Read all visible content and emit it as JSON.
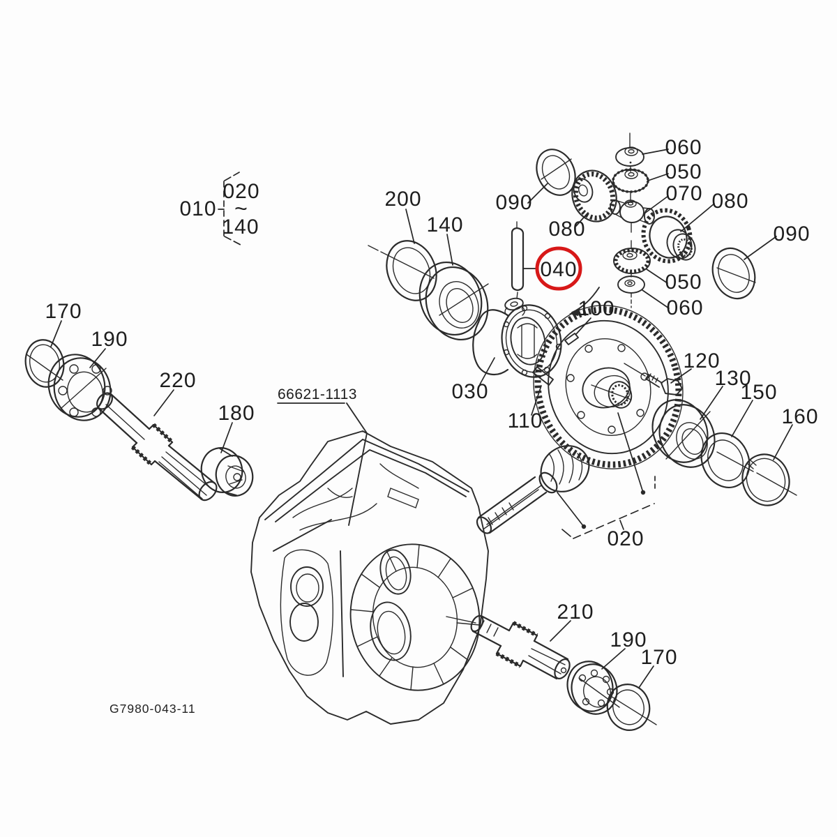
{
  "diagram": {
    "drawing_number": "G7980-043-11",
    "assembly_number": "66621-1113",
    "highlight": {
      "ref": "040",
      "color": "#d71818"
    },
    "range_group": {
      "ref": "010",
      "from": "020",
      "tilde": "~",
      "to": "140"
    },
    "callouts": {
      "c200": "200",
      "c140": "140",
      "c090a": "090",
      "c080a": "080",
      "c060a": "060",
      "c050a": "050",
      "c070": "070",
      "c080b": "080",
      "c090b": "090",
      "c050b": "050",
      "c060b": "060",
      "c040": "040",
      "c100": "100",
      "c030": "030",
      "c110": "110",
      "c120": "120",
      "c130": "130",
      "c150": "150",
      "c160": "160",
      "c170a": "170",
      "c190a": "190",
      "c220": "220",
      "c180": "180",
      "c020": "020",
      "c210": "210",
      "c190b": "190",
      "c170b": "170"
    }
  }
}
